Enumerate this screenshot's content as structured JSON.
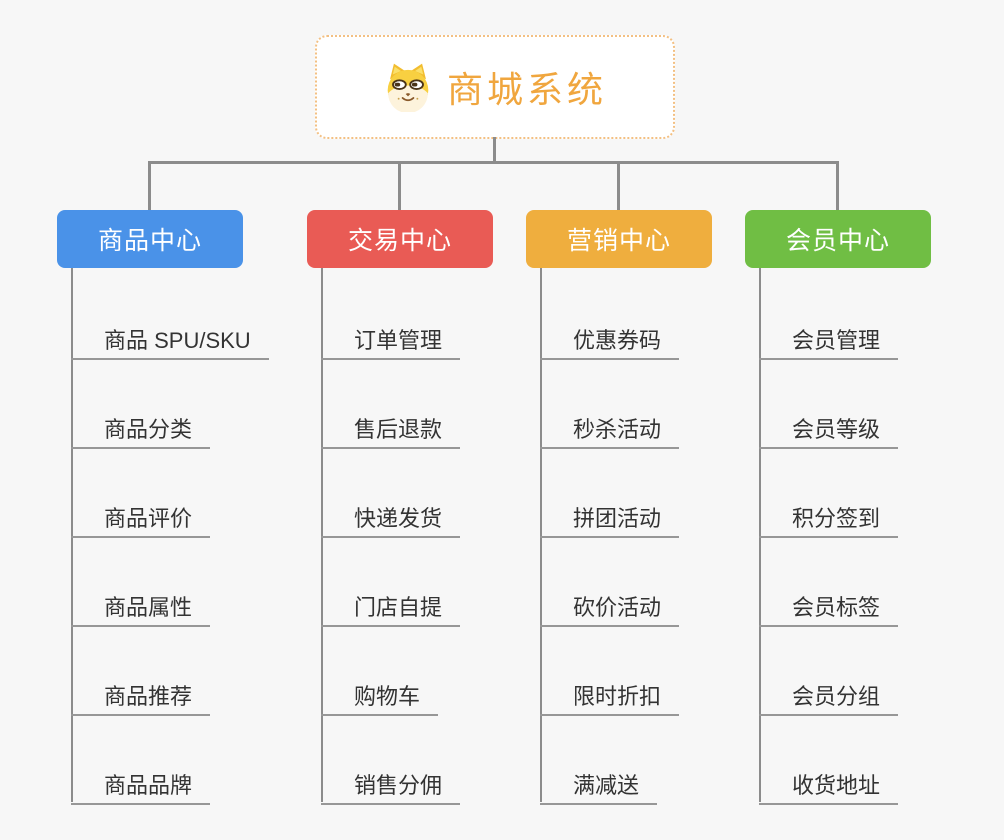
{
  "background_color": "#f7f7f7",
  "connector_color": "#8c8c8c",
  "root": {
    "title": "商城系统",
    "title_color": "#f0a63e",
    "border_color": "#f3c083",
    "icon": "doge-icon"
  },
  "branches": [
    {
      "label": "商品中心",
      "color": "#4a92e8",
      "children": [
        "商品 SPU/SKU",
        "商品分类",
        "商品评价",
        "商品属性",
        "商品推荐",
        "商品品牌"
      ]
    },
    {
      "label": "交易中心",
      "color": "#e95b55",
      "children": [
        "订单管理",
        "售后退款",
        "快递发货",
        "门店自提",
        "购物车",
        "销售分佣"
      ]
    },
    {
      "label": "营销中心",
      "color": "#efae3e",
      "children": [
        "优惠券码",
        "秒杀活动",
        "拼团活动",
        "砍价活动",
        "限时折扣",
        "满减送"
      ]
    },
    {
      "label": "会员中心",
      "color": "#70be44",
      "children": [
        "会员管理",
        "会员等级",
        "积分签到",
        "会员标签",
        "会员分组",
        "收货地址"
      ]
    }
  ]
}
